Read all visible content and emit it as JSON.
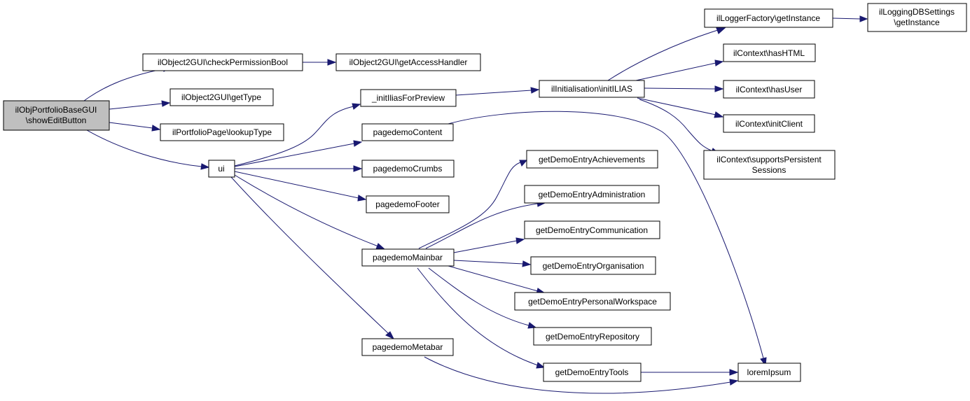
{
  "graph": {
    "edge_color": "#191970",
    "root_fill": "#bfbfbf",
    "node_fill": "#ffffff",
    "nodes": {
      "root": [
        "ilObjPortfolioBaseGUI",
        "\\showEditButton"
      ],
      "checkPerm": [
        "ilObject2GUI\\checkPermissionBool"
      ],
      "getAccess": [
        "ilObject2GUI\\getAccessHandler"
      ],
      "getType": [
        "ilObject2GUI\\getType"
      ],
      "lookupType": [
        "ilPortfolioPage\\lookupType"
      ],
      "ui": [
        "ui"
      ],
      "initPreview": [
        "_initIliasForPreview"
      ],
      "content": [
        "pagedemoContent"
      ],
      "crumbs": [
        "pagedemoCrumbs"
      ],
      "footer": [
        "pagedemoFooter"
      ],
      "mainbar": [
        "pagedemoMainbar"
      ],
      "metabar": [
        "pagedemoMetabar"
      ],
      "initIlias": [
        "ilInitialisation\\initILIAS"
      ],
      "loggerFactory": [
        "ilLoggerFactory\\getInstance"
      ],
      "loggingDB": [
        "ilLoggingDBSettings",
        "\\getInstance"
      ],
      "hasHTML": [
        "ilContext\\hasHTML"
      ],
      "hasUser": [
        "ilContext\\hasUser"
      ],
      "initClient": [
        "ilContext\\initClient"
      ],
      "persistent": [
        "ilContext\\supportsPersistent",
        "Sessions"
      ],
      "achievements": [
        "getDemoEntryAchievements"
      ],
      "administration": [
        "getDemoEntryAdministration"
      ],
      "communication": [
        "getDemoEntryCommunication"
      ],
      "organisation": [
        "getDemoEntryOrganisation"
      ],
      "personal": [
        "getDemoEntryPersonalWorkspace"
      ],
      "repository": [
        "getDemoEntryRepository"
      ],
      "tools": [
        "getDemoEntryTools"
      ],
      "lorem": [
        "loremIpsum"
      ]
    }
  }
}
